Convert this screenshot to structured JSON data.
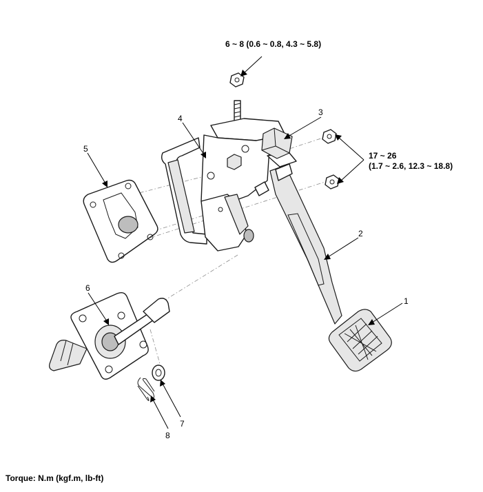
{
  "labels": {
    "part1": "1",
    "part2": "2",
    "part3": "3",
    "part4": "4",
    "part5": "5",
    "part6": "6",
    "part7": "7",
    "part8": "8"
  },
  "torques": {
    "top_nut_line1": "6 ~ 8 (0.6 ~ 0.8, 4.3 ~ 5.8)",
    "side_nuts_line1": "17 ~ 26",
    "side_nuts_line2": "(1.7 ~ 2.6, 12.3 ~ 18.8)"
  },
  "footer": {
    "torque_units": "Torque: N.m (kgf.m, lb-ft)"
  }
}
